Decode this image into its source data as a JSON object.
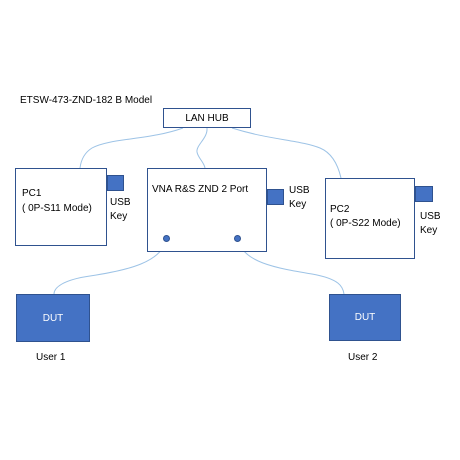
{
  "title": "ETSW-473-ZND-182   B Model",
  "hub": {
    "label": "LAN HUB"
  },
  "pc1": {
    "line1": "PC1",
    "line2": "( 0P-S11 Mode)"
  },
  "pc2": {
    "line1": "PC2",
    "line2": "( 0P-S22 Mode)"
  },
  "vna": {
    "label": "VNA  R&S  ZND   2 Port"
  },
  "usb_key": {
    "line1": "USB",
    "line2": "Key"
  },
  "dut": {
    "label": "DUT"
  },
  "users": {
    "user1": "User 1",
    "user2": "User 2"
  },
  "colors": {
    "box_border": "#2f528f",
    "fill_blue": "#4472c4",
    "connector": "#9dc3e6"
  }
}
